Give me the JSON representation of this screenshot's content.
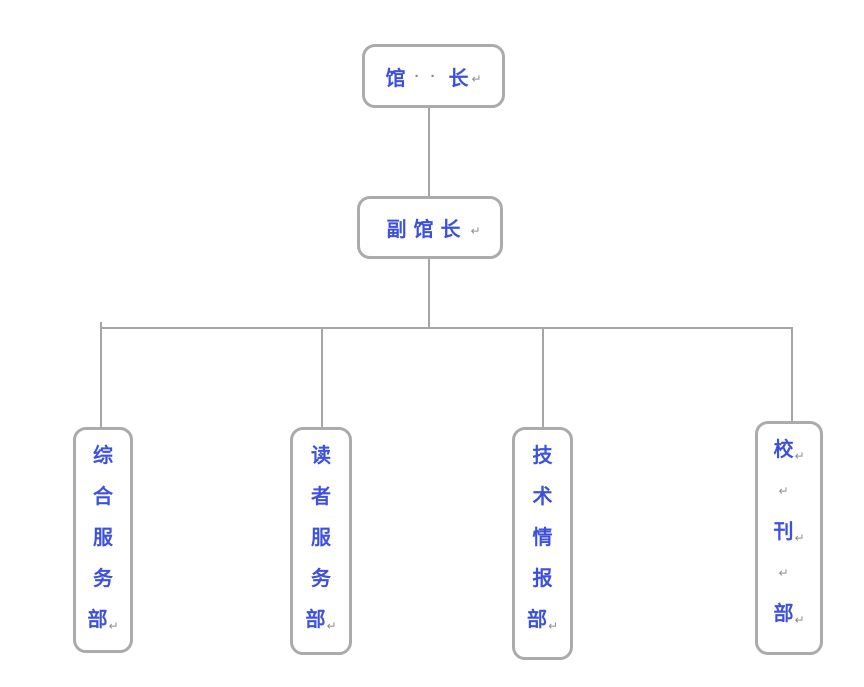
{
  "colors": {
    "text_blue": "#3d51dd",
    "box_border": "#ababab",
    "connector_gray": "#a6a6a6",
    "formatting_mark_gray": "#8f8f8f"
  },
  "top_box": {
    "char_first": "馆",
    "space_dots": "··",
    "char_last": "长",
    "para_mark": "↵"
  },
  "deputy_box": {
    "label": "副馆长",
    "para_mark": "↵"
  },
  "departments": [
    {
      "name": "综合服务部",
      "lines": [
        {
          "ch": "综",
          "mark": ""
        },
        {
          "ch": "合",
          "mark": ""
        },
        {
          "ch": "服",
          "mark": ""
        },
        {
          "ch": "务",
          "mark": ""
        },
        {
          "ch": "部",
          "mark": "↵"
        }
      ]
    },
    {
      "name": "读者服务部",
      "lines": [
        {
          "ch": "读",
          "mark": ""
        },
        {
          "ch": "者",
          "mark": ""
        },
        {
          "ch": "服",
          "mark": ""
        },
        {
          "ch": "务",
          "mark": ""
        },
        {
          "ch": "部",
          "mark": "↵"
        }
      ]
    },
    {
      "name": "技术情报部",
      "lines": [
        {
          "ch": "技",
          "mark": ""
        },
        {
          "ch": "术",
          "mark": ""
        },
        {
          "ch": "情",
          "mark": ""
        },
        {
          "ch": "报",
          "mark": ""
        },
        {
          "ch": "部",
          "mark": "↵"
        }
      ]
    },
    {
      "name": "校刊部",
      "lines": [
        {
          "ch": "校",
          "mark": "↵"
        },
        {
          "ch": "",
          "mark": "↵"
        },
        {
          "ch": "刊",
          "mark": "↵"
        },
        {
          "ch": "",
          "mark": "↵"
        },
        {
          "ch": "部",
          "mark": "↵"
        }
      ]
    }
  ]
}
